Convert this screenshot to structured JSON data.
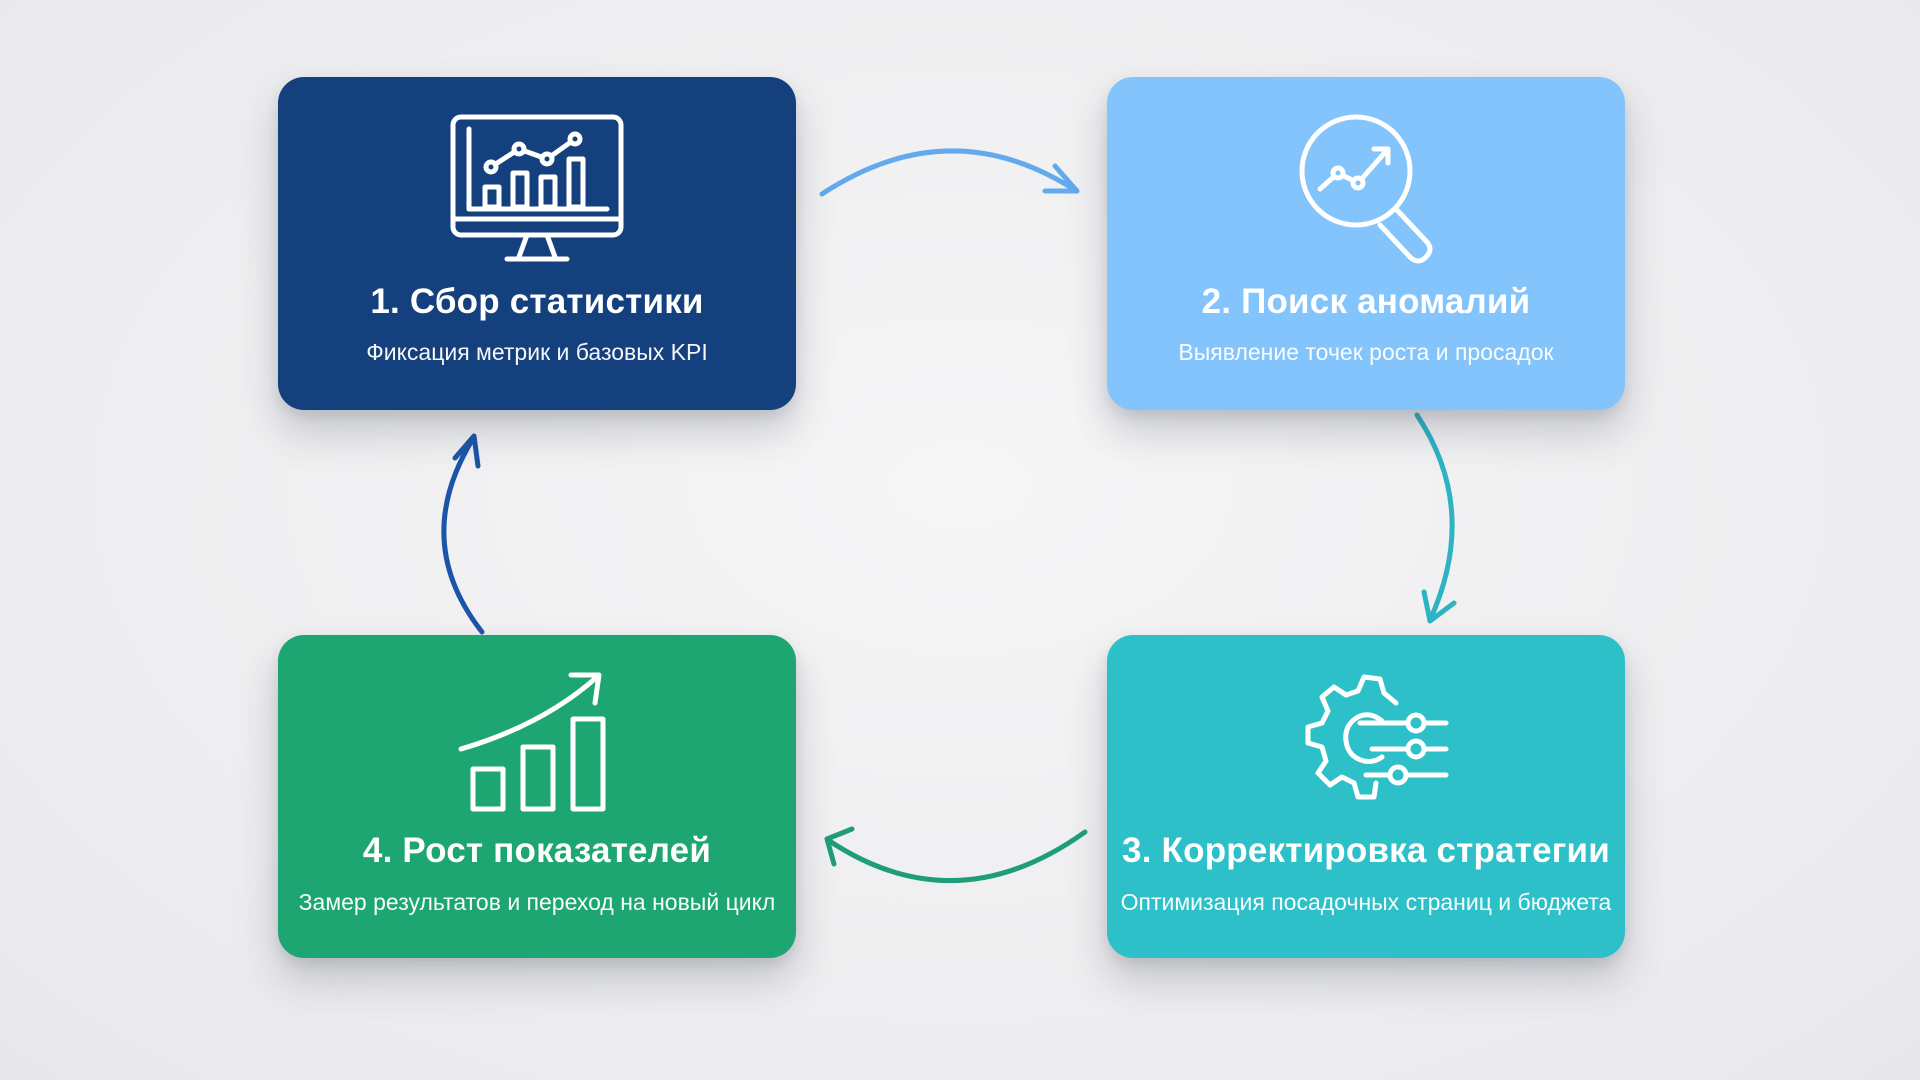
{
  "steps": [
    {
      "title": "1. Сбор статистики",
      "subtitle": "Фиксация метрик и базовых KPI",
      "icon": "monitor-chart-icon",
      "color": "#14407e"
    },
    {
      "title": "2. Поиск аномалий",
      "subtitle": "Выявление точек роста и просадок",
      "icon": "magnifier-trend-icon",
      "color": "#82c4fb"
    },
    {
      "title": "3. Корректировка стратегии",
      "subtitle": "Оптимизация посадочных страниц и бюджета",
      "icon": "gear-sliders-icon",
      "color": "#2ec0c9"
    },
    {
      "title": "4. Рост показателей",
      "subtitle": "Замер результатов и переход на новый цикл",
      "icon": "growth-bars-icon",
      "color": "#1da572"
    }
  ],
  "arrows": [
    {
      "from": 1,
      "to": 2,
      "color": "#62a9ee"
    },
    {
      "from": 2,
      "to": 3,
      "color": "#2eb3c3"
    },
    {
      "from": 3,
      "to": 4,
      "color": "#1f9d79"
    },
    {
      "from": 4,
      "to": 1,
      "color": "#1c55a8"
    }
  ]
}
